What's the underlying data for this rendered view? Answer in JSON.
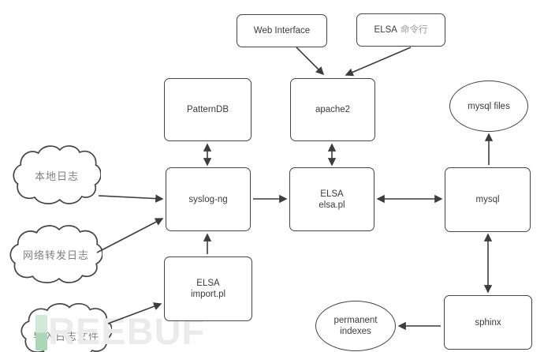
{
  "nodes": {
    "web_interface": {
      "label": "Web Interface"
    },
    "elsa_cli": {
      "label_en": "ELSA",
      "label_zh": "命令行"
    },
    "patterndb": {
      "label": "PatternDB"
    },
    "apache2": {
      "label": "apache2"
    },
    "mysql_files": {
      "label": "mysql files"
    },
    "syslog_ng": {
      "label": "syslog-ng"
    },
    "elsa_main": {
      "line1": "ELSA",
      "line2": "elsa.pl"
    },
    "mysql": {
      "label": "mysql"
    },
    "elsa_import": {
      "line1": "ELSA",
      "line2": "import.pl"
    },
    "sphinx": {
      "label": "sphinx"
    },
    "permanent_indexes": {
      "line1": "permanent",
      "line2": "indexes"
    },
    "cloud_local_logs": {
      "label": "本地日志"
    },
    "cloud_network_logs": {
      "label": "网络转发日志"
    },
    "cloud_import_logs": {
      "label": "导入日志文件"
    }
  },
  "edges": [
    {
      "from": "Web Interface",
      "to": "apache2",
      "direction": "one-way"
    },
    {
      "from": "ELSA 命令行",
      "to": "apache2",
      "direction": "one-way"
    },
    {
      "from": "PatternDB",
      "to": "syslog-ng",
      "direction": "two-way"
    },
    {
      "from": "apache2",
      "to": "ELSA elsa.pl",
      "direction": "two-way"
    },
    {
      "from": "syslog-ng",
      "to": "ELSA elsa.pl",
      "direction": "one-way"
    },
    {
      "from": "ELSA elsa.pl",
      "to": "mysql",
      "direction": "two-way"
    },
    {
      "from": "mysql",
      "to": "mysql files",
      "direction": "one-way"
    },
    {
      "from": "mysql",
      "to": "sphinx",
      "direction": "two-way"
    },
    {
      "from": "sphinx",
      "to": "permanent indexes",
      "direction": "one-way"
    },
    {
      "from": "本地日志",
      "to": "syslog-ng",
      "direction": "one-way"
    },
    {
      "from": "网络转发日志",
      "to": "syslog-ng",
      "direction": "one-way"
    },
    {
      "from": "导入日志文件",
      "to": "ELSA import.pl",
      "direction": "one-way"
    },
    {
      "from": "ELSA import.pl",
      "to": "syslog-ng",
      "direction": "one-way"
    }
  ],
  "watermark": {
    "text": "REEBUF",
    "logo_color": "#abd7b8",
    "text_color": "#ebebeb"
  },
  "colors": {
    "background": "#ffffff",
    "node_border": "#454545",
    "node_text": "#3b3b3b",
    "muted_text": "#7f7f7f",
    "edge_line": "#3d3d3d"
  }
}
